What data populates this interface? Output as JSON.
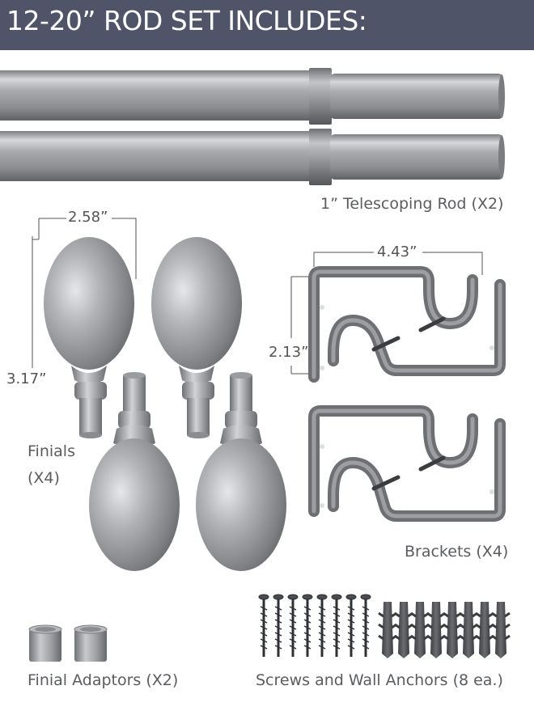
{
  "header": {
    "title": "12-20” ROD SET INCLUDES:"
  },
  "rods": {
    "label": "1” Telescoping Rod (X2)"
  },
  "finials": {
    "label_line1": "Finials",
    "label_line2": "(X4)",
    "width_dim": "2.58”",
    "height_dim": "3.17”"
  },
  "brackets": {
    "label": "Brackets (X4)",
    "width_dim": "4.43”",
    "height_dim": "2.13”"
  },
  "adaptors": {
    "label": "Finial Adaptors (X2)"
  },
  "screws": {
    "label": "Screws and Wall Anchors (8 ea.)"
  },
  "colors": {
    "header_bg": "#4f5468",
    "metal": "#a4a6aa",
    "bracket": "#7a7c80"
  }
}
